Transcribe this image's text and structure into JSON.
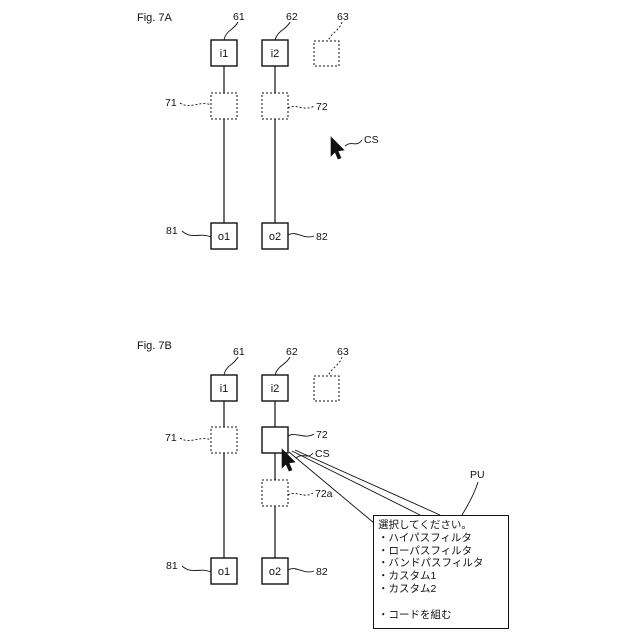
{
  "fig_a": {
    "label": "Fig. 7A",
    "refs": {
      "r61": "61",
      "r62": "62",
      "r63": "63",
      "r71": "71",
      "r72": "72",
      "r81": "81",
      "r82": "82",
      "rcs": "CS"
    },
    "nodes": {
      "i1": "i1",
      "i2": "i2",
      "o1": "o1",
      "o2": "o2"
    }
  },
  "fig_b": {
    "label": "Fig. 7B",
    "refs": {
      "r61": "61",
      "r62": "62",
      "r63": "63",
      "r71": "71",
      "r72": "72",
      "r72a": "72a",
      "r81": "81",
      "r82": "82",
      "rcs": "CS",
      "rpu": "PU"
    },
    "nodes": {
      "i1": "i1",
      "i2": "i2",
      "o1": "o1",
      "o2": "o2"
    }
  },
  "popup": {
    "title": "選択してください。",
    "options": [
      "・ハイパスフィルタ",
      "・ローパスフィルタ",
      "・バンドパスフィルタ",
      "・カスタム1",
      "・カスタム2"
    ],
    "action": "・コードを組む"
  }
}
